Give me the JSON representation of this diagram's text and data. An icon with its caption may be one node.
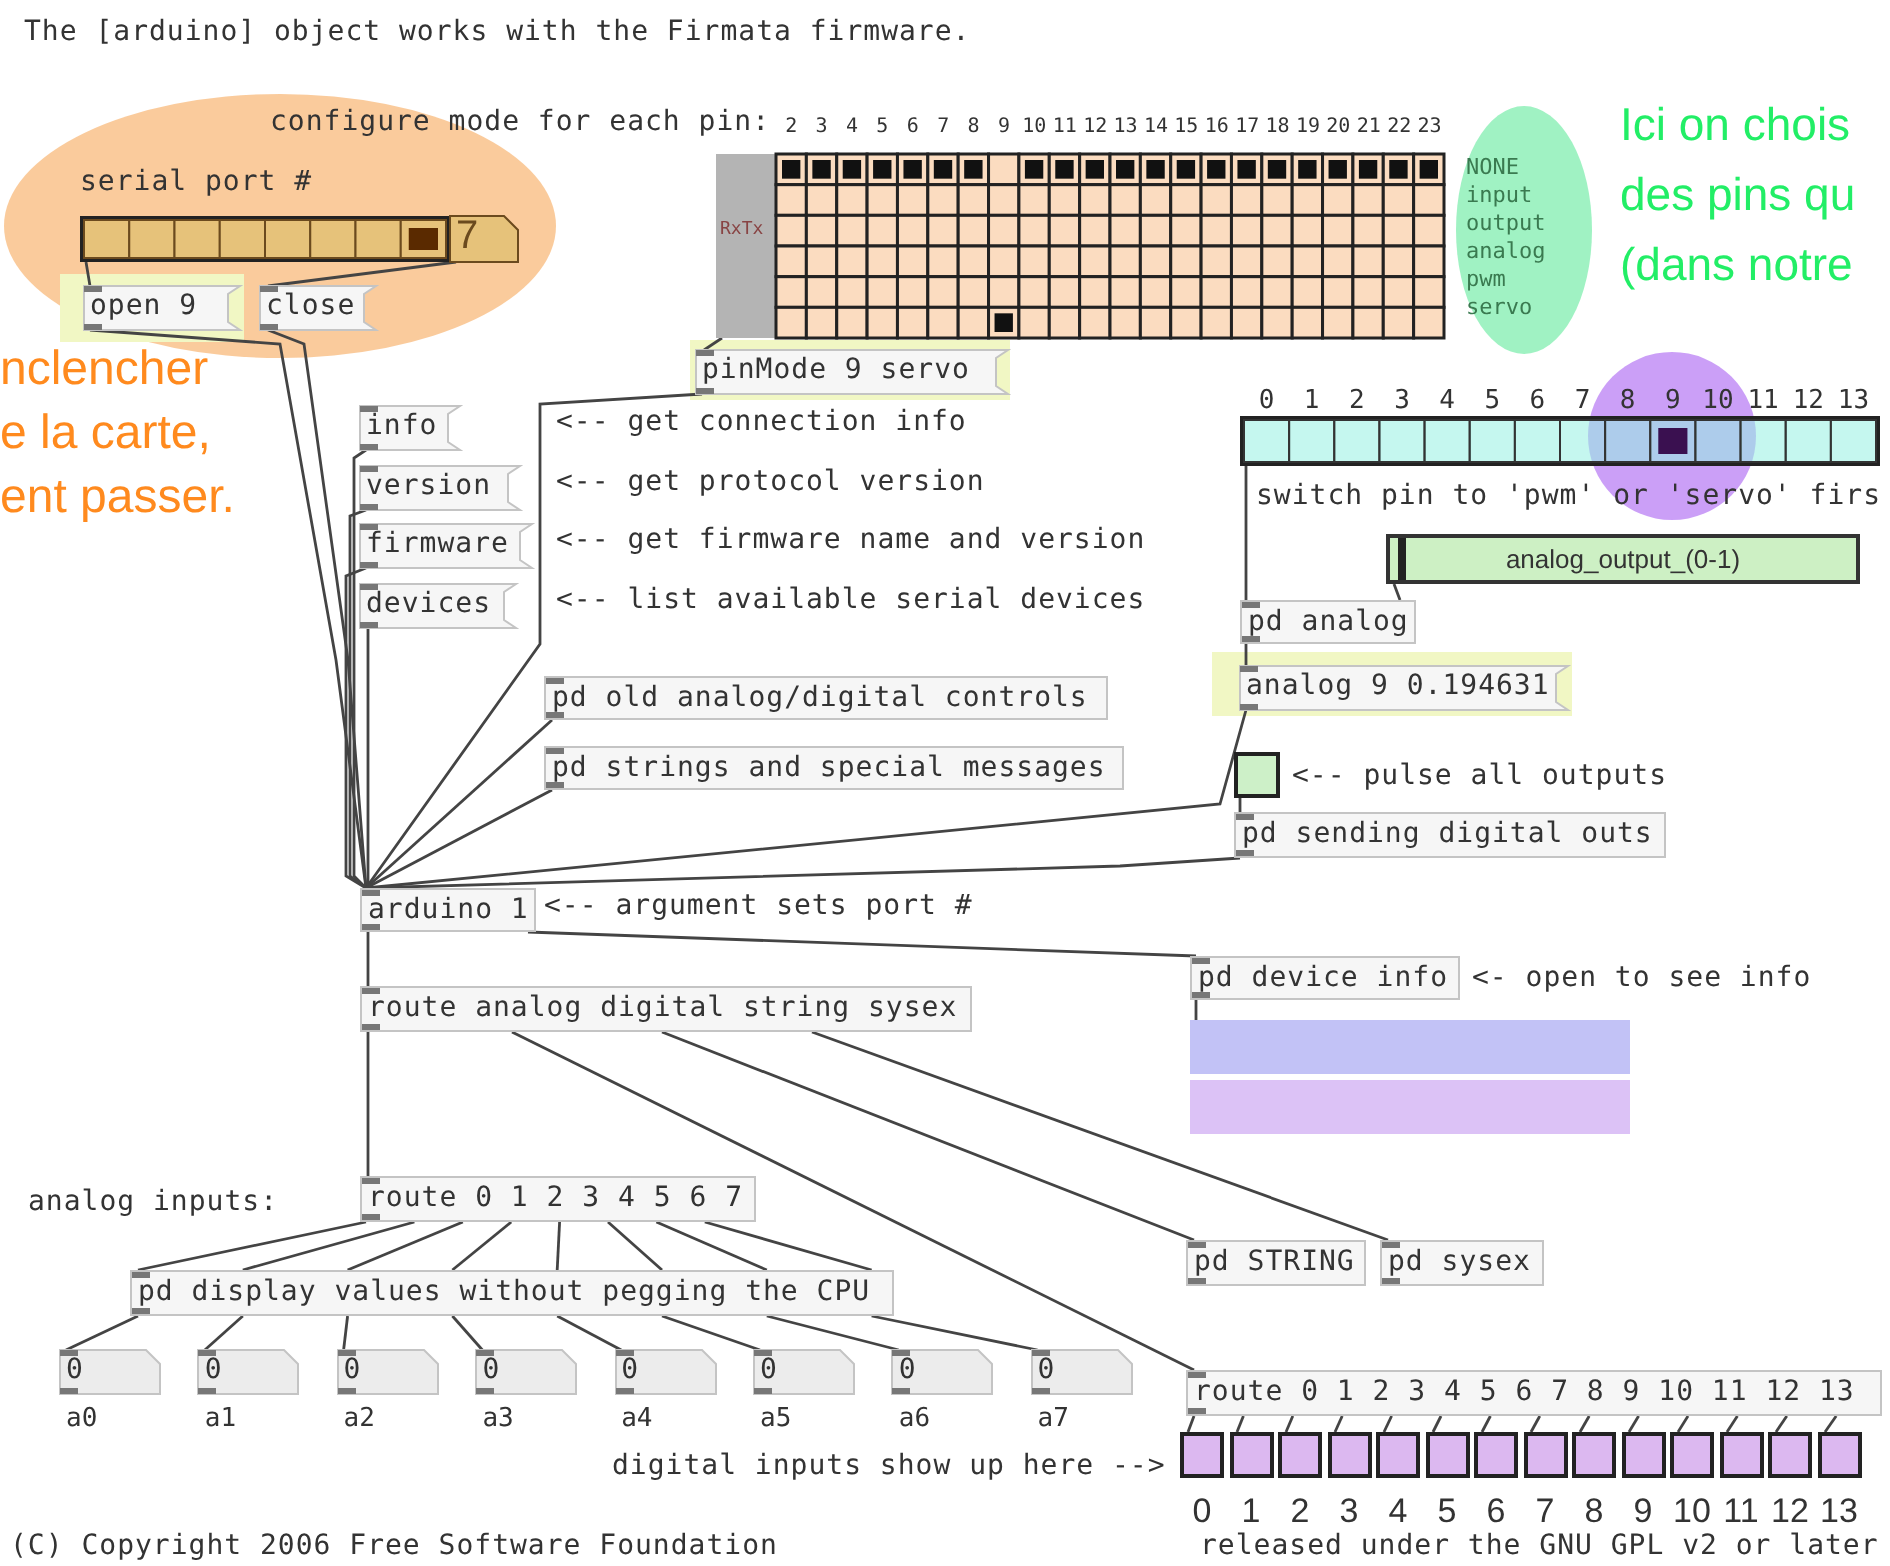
{
  "diagram": {
    "title": "The [arduino] object works with the Firmata firmware.",
    "nodes": [
      {
        "text": [],
        "shape": "box",
        "beside": [
          "serial port #"
        ]
      },
      {
        "text": [
          "7"
        ]
      },
      {
        "text": [
          "open 9"
        ]
      },
      {
        "text": [
          "close"
        ]
      },
      {
        "text": [
          "RxTx"
        ]
      },
      {
        "text": [
          "pinMode 9 servo"
        ]
      },
      {
        "text": [
          "info"
        ]
      },
      {
        "text": [
          "version"
        ]
      },
      {
        "text": [
          "firmware"
        ]
      },
      {
        "text": [
          "devices"
        ]
      },
      {
        "text": [],
        "shape": "box",
        "beside": [
          "0",
          "1",
          "2",
          "3",
          "4",
          "5",
          "6",
          "7",
          "8",
          "9",
          "10",
          "11",
          "12",
          "13"
        ]
      },
      {
        "text": [
          "analog_output_(0-1)"
        ]
      },
      {
        "text": [
          "pd analog"
        ]
      },
      {
        "text": [
          "analog 9 0.194631"
        ]
      },
      {
        "text": [
          "pd old analog/digital controls"
        ]
      },
      {
        "text": [
          "pd strings and special messages"
        ]
      },
      {
        "text": [],
        "shape": "box"
      },
      {
        "text": [
          "pd sending digital outs"
        ]
      },
      {
        "text": [
          "arduino 1"
        ]
      },
      {
        "text": [
          "pd device info"
        ]
      },
      {
        "text": [],
        "shape": "bar"
      },
      {
        "text": [],
        "shape": "bar"
      },
      {
        "text": [
          "route analog digital string sysex"
        ]
      },
      {
        "text": [
          "route 0 1 2 3 4 5 6 7"
        ]
      },
      {
        "text": [
          "pd display values without pegging the CPU"
        ]
      },
      {
        "text": [
          "0"
        ],
        "beside": [
          "a0"
        ]
      },
      {
        "text": [
          "0"
        ],
        "beside": [
          "a1"
        ]
      },
      {
        "text": [
          "0"
        ],
        "beside": [
          "a2"
        ]
      },
      {
        "text": [
          "0"
        ],
        "beside": [
          "a3"
        ]
      },
      {
        "text": [
          "0"
        ],
        "beside": [
          "a4"
        ]
      },
      {
        "text": [
          "0"
        ],
        "beside": [
          "a5"
        ]
      },
      {
        "text": [
          "0"
        ],
        "beside": [
          "a6"
        ]
      },
      {
        "text": [
          "0"
        ],
        "beside": [
          "a7"
        ]
      },
      {
        "text": [
          "pd STRING"
        ]
      },
      {
        "text": [
          "pd sysex"
        ]
      },
      {
        "text": [
          "route 0 1 2 3 4 5 6 7 8 9 10 11 12 13"
        ]
      },
      {
        "text": [],
        "shape": "box",
        "beside": [
          "0"
        ]
      },
      {
        "text": [],
        "shape": "box",
        "beside": [
          "1"
        ]
      },
      {
        "text": [],
        "shape": "box",
        "beside": [
          "2"
        ]
      },
      {
        "text": [],
        "shape": "box",
        "beside": [
          "3"
        ]
      },
      {
        "text": [],
        "shape": "box",
        "beside": [
          "4"
        ]
      },
      {
        "text": [],
        "shape": "box",
        "beside": [
          "5"
        ]
      },
      {
        "text": [],
        "shape": "box",
        "beside": [
          "6"
        ]
      },
      {
        "text": [],
        "shape": "box",
        "beside": [
          "7"
        ]
      },
      {
        "text": [],
        "shape": "box",
        "beside": [
          "8"
        ]
      },
      {
        "text": [],
        "shape": "box",
        "beside": [
          "9"
        ]
      },
      {
        "text": [],
        "shape": "box",
        "beside": [
          "10"
        ]
      },
      {
        "text": [],
        "shape": "box",
        "beside": [
          "11"
        ]
      },
      {
        "text": [],
        "shape": "box",
        "beside": [
          "12"
        ]
      },
      {
        "text": [],
        "shape": "box",
        "beside": [
          "13"
        ]
      }
    ],
    "edges": [
      {
        "from": 0,
        "to": 2,
        "arrow": "none"
      },
      {
        "from": 1,
        "to": 3,
        "arrow": "none"
      },
      {
        "from": 2,
        "to": 18,
        "arrow": "none"
      },
      {
        "from": 3,
        "to": 18,
        "arrow": "none"
      },
      {
        "from": 4,
        "to": 5,
        "arrow": "none"
      },
      {
        "from": 5,
        "to": 18,
        "arrow": "none"
      },
      {
        "from": 6,
        "to": 18,
        "arrow": "none"
      },
      {
        "from": 7,
        "to": 18,
        "arrow": "none"
      },
      {
        "from": 8,
        "to": 18,
        "arrow": "none"
      },
      {
        "from": 9,
        "to": 18,
        "arrow": "none"
      },
      {
        "from": 10,
        "to": 12,
        "arrow": "none"
      },
      {
        "from": 11,
        "to": 12,
        "arrow": "none"
      },
      {
        "from": 12,
        "to": 13,
        "arrow": "none"
      },
      {
        "from": 13,
        "to": 18,
        "arrow": "none"
      },
      {
        "from": 14,
        "to": 18,
        "arrow": "none"
      },
      {
        "from": 15,
        "to": 18,
        "arrow": "none"
      },
      {
        "from": 16,
        "to": 17,
        "arrow": "none"
      },
      {
        "from": 17,
        "to": 18,
        "arrow": "none"
      },
      {
        "from": 18,
        "to": 22,
        "arrow": "none"
      },
      {
        "from": 18,
        "to": 19,
        "arrow": "none"
      },
      {
        "from": 19,
        "to": 20,
        "arrow": "none"
      },
      {
        "from": 22,
        "to": 23,
        "arrow": "none"
      },
      {
        "from": 22,
        "to": 35,
        "arrow": "none"
      },
      {
        "from": 22,
        "to": 33,
        "arrow": "none"
      },
      {
        "from": 22,
        "to": 34,
        "arrow": "none"
      },
      {
        "from": 23,
        "to": 24,
        "arrow": "none"
      },
      {
        "from": 23,
        "to": 24,
        "arrow": "none"
      },
      {
        "from": 23,
        "to": 24,
        "arrow": "none"
      },
      {
        "from": 23,
        "to": 24,
        "arrow": "none"
      },
      {
        "from": 23,
        "to": 24,
        "arrow": "none"
      },
      {
        "from": 23,
        "to": 24,
        "arrow": "none"
      },
      {
        "from": 23,
        "to": 24,
        "arrow": "none"
      },
      {
        "from": 23,
        "to": 24,
        "arrow": "none"
      },
      {
        "from": 24,
        "to": 25,
        "arrow": "none"
      },
      {
        "from": 24,
        "to": 26,
        "arrow": "none"
      },
      {
        "from": 24,
        "to": 27,
        "arrow": "none"
      },
      {
        "from": 24,
        "to": 28,
        "arrow": "none"
      },
      {
        "from": 24,
        "to": 29,
        "arrow": "none"
      },
      {
        "from": 24,
        "to": 30,
        "arrow": "none"
      },
      {
        "from": 24,
        "to": 31,
        "arrow": "none"
      },
      {
        "from": 24,
        "to": 32,
        "arrow": "none"
      },
      {
        "from": 35,
        "to": 36,
        "arrow": "none"
      },
      {
        "from": 35,
        "to": 37,
        "arrow": "none"
      },
      {
        "from": 35,
        "to": 38,
        "arrow": "none"
      },
      {
        "from": 35,
        "to": 39,
        "arrow": "none"
      },
      {
        "from": 35,
        "to": 40,
        "arrow": "none"
      },
      {
        "from": 35,
        "to": 41,
        "arrow": "none"
      },
      {
        "from": 35,
        "to": 42,
        "arrow": "none"
      },
      {
        "from": 35,
        "to": 43,
        "arrow": "none"
      },
      {
        "from": 35,
        "to": 44,
        "arrow": "none"
      },
      {
        "from": 35,
        "to": 45,
        "arrow": "none"
      },
      {
        "from": 35,
        "to": 46,
        "arrow": "none"
      },
      {
        "from": 35,
        "to": 47,
        "arrow": "none"
      },
      {
        "from": 35,
        "to": 48,
        "arrow": "none"
      },
      {
        "from": 35,
        "to": 49,
        "arrow": "none"
      }
    ],
    "labels": [
      "configure mode for each pin:",
      "2",
      "3",
      "4",
      "5",
      "6",
      "7",
      "8",
      "9",
      "10",
      "11",
      "12",
      "13",
      "14",
      "15",
      "16",
      "17",
      "18",
      "19",
      "20",
      "21",
      "22",
      "23",
      "NONE input output analog pwm servo",
      "nclencher",
      "e la carte,",
      "ent passer.",
      "Ici on chois",
      "des pins qu",
      "(dans notre",
      "<-- get connection info",
      "<-- get protocol version",
      "<-- get firmware name and version",
      "<-- list available serial devices",
      "switch pin to 'pwm' or 'servo' firs",
      "<-- pulse all outputs",
      "<-- argument sets port #",
      "<- open to see info",
      "analog inputs:",
      "digital inputs show up here -->",
      "(C) Copyright 2006 Free Software Foundation",
      "released under the GNU GPL v2 or later"
    ]
  }
}
